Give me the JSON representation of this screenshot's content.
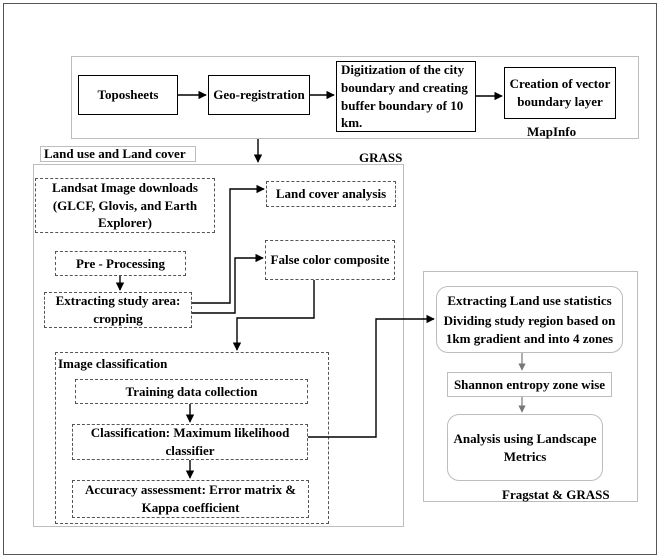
{
  "nodes": {
    "toposheets": "Toposheets",
    "georegistration": "Geo-registration",
    "digitization": "Digitization of the city boundary and creating buffer boundary of 10 km.",
    "vector_layer": "Creation of vector boundary layer",
    "landsat": "Landsat Image downloads (GLCF, Glovis, and Earth Explorer)",
    "preprocessing": "Pre - Processing",
    "extracting_study": "Extracting study area: cropping",
    "land_cover_analysis": "Land cover analysis",
    "false_color": "False color composite",
    "training": "Training data collection",
    "classification": "Classification: Maximum likelihood classifier",
    "accuracy": "Accuracy assessment: Error matrix & Kappa coefficient",
    "landuse_stats_title": "Extracting Land use statistics",
    "dividing": "Dividing study region based on 1km gradient and into 4 zones",
    "shannon": "Shannon entropy zone wise",
    "analysis": "Analysis using Landscape Metrics"
  },
  "labels": {
    "mapinfo": "MapInfo",
    "landuse_header": "Land use and Land cover",
    "grass": "GRASS",
    "image_classification": "Image classification",
    "fragstat": "Fragstat & GRASS"
  }
}
